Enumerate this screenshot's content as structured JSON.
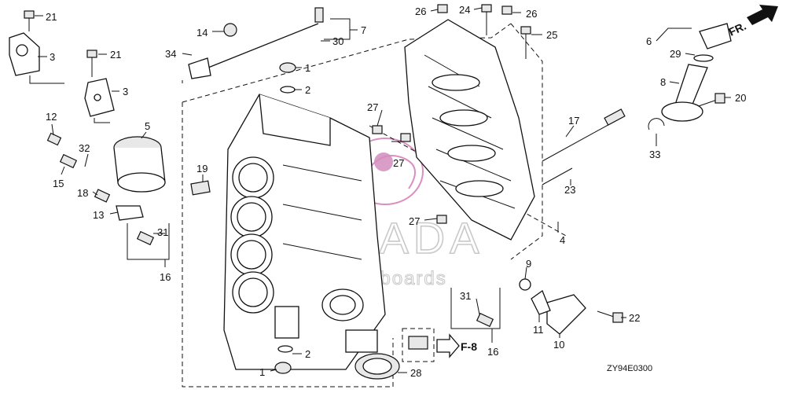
{
  "diagram": {
    "code": "ZY94E0300",
    "direction_label": "FR.",
    "reference_label": "F-8",
    "watermark": {
      "brand": "ARMADA",
      "tagline": "marine outboards"
    }
  },
  "callouts": [
    {
      "id": "c21a",
      "label": "21"
    },
    {
      "id": "c3a",
      "label": "3"
    },
    {
      "id": "c21b",
      "label": "21"
    },
    {
      "id": "c3b",
      "label": "3"
    },
    {
      "id": "c14",
      "label": "14"
    },
    {
      "id": "c34",
      "label": "34"
    },
    {
      "id": "c30",
      "label": "30"
    },
    {
      "id": "c7",
      "label": "7"
    },
    {
      "id": "c26a",
      "label": "26"
    },
    {
      "id": "c24",
      "label": "24"
    },
    {
      "id": "c26b",
      "label": "26"
    },
    {
      "id": "c25",
      "label": "25"
    },
    {
      "id": "c6",
      "label": "6"
    },
    {
      "id": "c29",
      "label": "29"
    },
    {
      "id": "c8",
      "label": "8"
    },
    {
      "id": "c20",
      "label": "20"
    },
    {
      "id": "c1a",
      "label": "1"
    },
    {
      "id": "c2a",
      "label": "2"
    },
    {
      "id": "c12",
      "label": "12"
    },
    {
      "id": "c5",
      "label": "5"
    },
    {
      "id": "c32",
      "label": "32"
    },
    {
      "id": "c15",
      "label": "15"
    },
    {
      "id": "c18",
      "label": "18"
    },
    {
      "id": "c13",
      "label": "13"
    },
    {
      "id": "c31a",
      "label": "31"
    },
    {
      "id": "c16a",
      "label": "16"
    },
    {
      "id": "c19",
      "label": "19"
    },
    {
      "id": "c27a",
      "label": "27"
    },
    {
      "id": "c27b",
      "label": "27"
    },
    {
      "id": "c27c",
      "label": "27"
    },
    {
      "id": "c17",
      "label": "17"
    },
    {
      "id": "c33",
      "label": "33"
    },
    {
      "id": "c23",
      "label": "23"
    },
    {
      "id": "c4",
      "label": "4"
    },
    {
      "id": "c9",
      "label": "9"
    },
    {
      "id": "c31b",
      "label": "31"
    },
    {
      "id": "c11",
      "label": "11"
    },
    {
      "id": "c10",
      "label": "10"
    },
    {
      "id": "c22",
      "label": "22"
    },
    {
      "id": "c16b",
      "label": "16"
    },
    {
      "id": "c2b",
      "label": "2"
    },
    {
      "id": "c1b",
      "label": "1"
    },
    {
      "id": "c28",
      "label": "28"
    }
  ]
}
